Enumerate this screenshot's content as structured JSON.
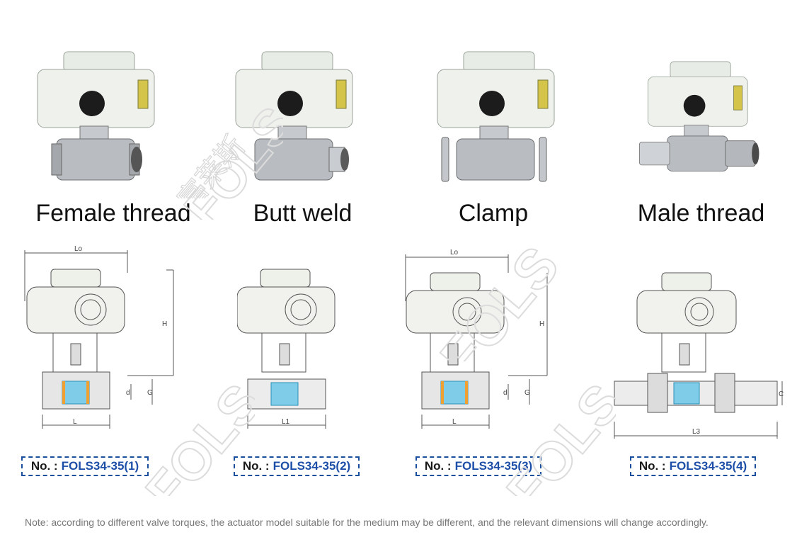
{
  "products": [
    {
      "caption": "Female thread",
      "label_prefix": "No. :",
      "label_code": "FOLS34-35(1)",
      "type": "female"
    },
    {
      "caption": "Butt weld",
      "label_prefix": "No. :",
      "label_code": "FOLS34-35(2)",
      "type": "butt"
    },
    {
      "caption": "Clamp",
      "label_prefix": "No. :",
      "label_code": "FOLS34-35(3)",
      "type": "clamp"
    },
    {
      "caption": "Male thread",
      "label_prefix": "No. :",
      "label_code": "FOLS34-35(4)",
      "type": "male"
    }
  ],
  "dimensions": {
    "lo": "Lo",
    "l": "L",
    "h": "H",
    "d": "d",
    "g": "G",
    "l1": "L1",
    "l3": "L3",
    "c": "C"
  },
  "note": "Note: according to different valve torques, the actuator model suitable for the medium may be different, and the relevant dimensions will change accordingly.",
  "watermark": {
    "latin": "FOLS",
    "chinese": "富莱斯"
  },
  "colors": {
    "label_border": "#1a4f9c",
    "label_code": "#1e4fa8",
    "actuator": "#eef1ec",
    "steel": "#b9bcc0"
  }
}
